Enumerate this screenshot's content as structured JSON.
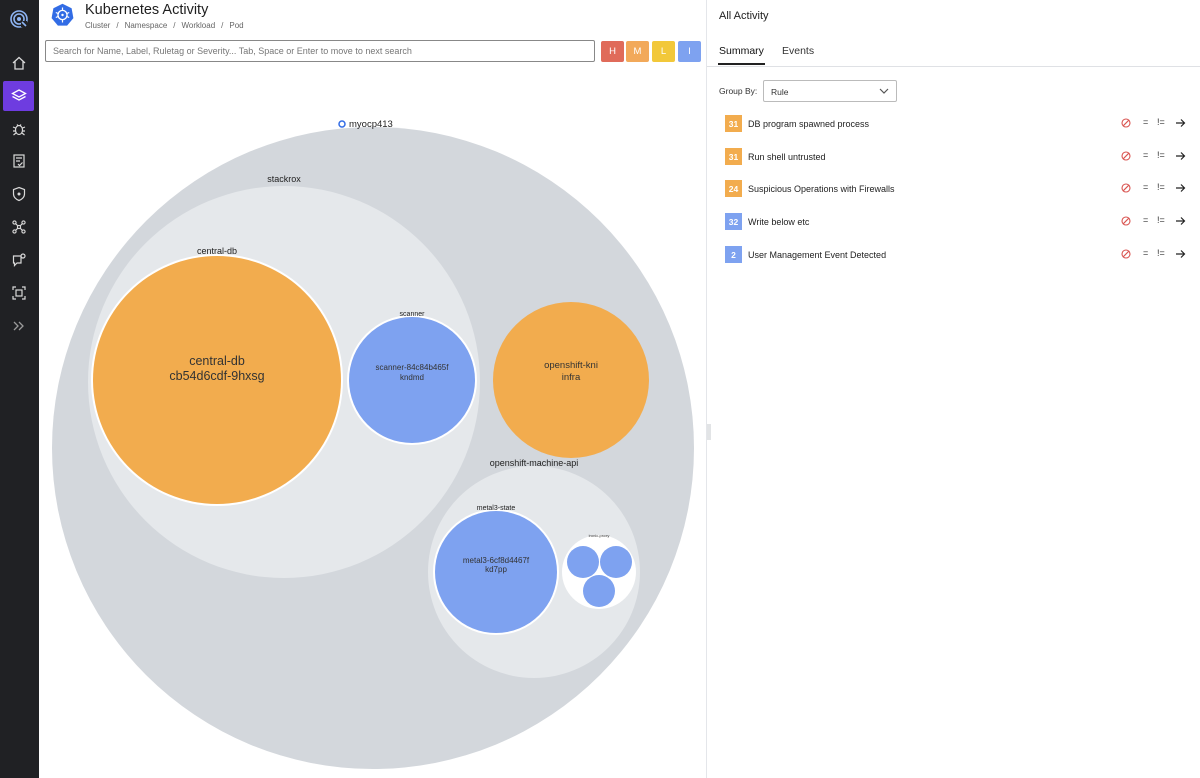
{
  "header": {
    "title": "Kubernetes Activity",
    "breadcrumbs": [
      "Cluster",
      "Namespace",
      "Workload",
      "Pod"
    ]
  },
  "search": {
    "placeholder": "Search for Name, Label, Ruletag or Severity... Tab, Space or Enter to move to next search",
    "value": ""
  },
  "severity_filters": [
    {
      "label": "H",
      "color": "#e06b5a"
    },
    {
      "label": "M",
      "color": "#f2a95a"
    },
    {
      "label": "L",
      "color": "#f2c83a"
    },
    {
      "label": "I",
      "color": "#7ea2f0"
    }
  ],
  "nav": {
    "items": [
      "home-icon",
      "layers-icon",
      "bug-icon",
      "policy-icon",
      "shield-icon",
      "network-icon",
      "notification-icon",
      "scan-icon",
      "expand-icon"
    ],
    "active": "layers-icon"
  },
  "colors": {
    "orange": "#f2ac4e",
    "blue": "#7ea2f0",
    "cluster_bg": "#d3d7dc",
    "namespace_bg": "#e5e8eb",
    "nav_bg": "#202124",
    "nav_active": "#6e3ce0"
  },
  "circle_pack": {
    "cluster_label": "myocp413",
    "namespaces": [
      {
        "label": "stackrox"
      },
      {
        "label": "openshift-machine-api"
      }
    ],
    "workloads": [
      {
        "label": "central-db"
      },
      {
        "label": "scanner"
      },
      {
        "label": "metal3-state"
      },
      {
        "label": "ironic-proxy"
      }
    ],
    "pods": [
      {
        "line1": "central-db",
        "line2": "cb54d6cdf-9hxsg",
        "color": "orange"
      },
      {
        "line1": "scanner-84c84b465f",
        "line2": "kndmd",
        "color": "blue"
      },
      {
        "line1": "openshift-kni",
        "line2": "infra",
        "color": "orange"
      },
      {
        "line1": "metal3-6cf8d4467f",
        "line2": "kd7pp",
        "color": "blue"
      }
    ]
  },
  "panel": {
    "title": "All Activity",
    "tabs": [
      "Summary",
      "Events"
    ],
    "active_tab": "Summary",
    "group_by_label": "Group By:",
    "group_by_value": "Rule",
    "rules": [
      {
        "count": "31",
        "name": "DB program spawned process",
        "color": "#f2ac4e"
      },
      {
        "count": "31",
        "name": "Run shell untrusted",
        "color": "#f2ac4e"
      },
      {
        "count": "24",
        "name": "Suspicious Operations with Firewalls",
        "color": "#f2ac4e"
      },
      {
        "count": "32",
        "name": "Write below etc",
        "color": "#7ea2f0"
      },
      {
        "count": "2",
        "name": "User Management Event Detected",
        "color": "#7ea2f0"
      }
    ],
    "row_actions": {
      "exclude": "⊘",
      "equals": "=",
      "not_equals": "!=",
      "open": "→"
    }
  }
}
